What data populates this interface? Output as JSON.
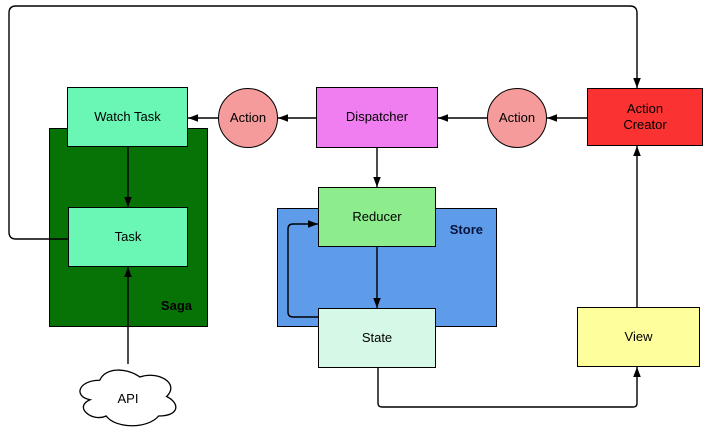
{
  "diagram": {
    "type": "flow-diagram",
    "subject": "Redux-Saga data flow",
    "nodes": {
      "watch_task": {
        "label": "Watch Task",
        "fill": "#6af7b5"
      },
      "task": {
        "label": "Task",
        "fill": "#6af7b5"
      },
      "saga": {
        "label": "Saga",
        "fill": "#077307"
      },
      "action_left": {
        "label": "Action",
        "fill": "#f59b9b"
      },
      "action_right": {
        "label": "Action",
        "fill": "#f59b9b"
      },
      "dispatcher": {
        "label": "Dispatcher",
        "fill": "#f07ef0"
      },
      "action_creator": {
        "label": "Action\nCreator",
        "fill": "#fb3232"
      },
      "store": {
        "label": "Store",
        "fill": "#5e9cea"
      },
      "reducer": {
        "label": "Reducer",
        "fill": "#8ded8d"
      },
      "state": {
        "label": "State",
        "fill": "#d5f8e7"
      },
      "view": {
        "label": "View",
        "fill": "#fefe9c"
      },
      "api": {
        "label": "API",
        "fill": "#ffffff"
      }
    },
    "edges": [
      {
        "from": "Task",
        "to": "Action Creator"
      },
      {
        "from": "Action Creator",
        "to": "Action (right)"
      },
      {
        "from": "Action (right)",
        "to": "Dispatcher"
      },
      {
        "from": "Dispatcher",
        "to": "Action (left)"
      },
      {
        "from": "Action (left)",
        "to": "Watch Task"
      },
      {
        "from": "Watch Task",
        "to": "Task"
      },
      {
        "from": "API",
        "to": "Task"
      },
      {
        "from": "Dispatcher",
        "to": "Reducer"
      },
      {
        "from": "Reducer",
        "to": "State"
      },
      {
        "from": "State",
        "to": "Reducer"
      },
      {
        "from": "State",
        "to": "View"
      },
      {
        "from": "View",
        "to": "Action Creator"
      }
    ],
    "colors": {
      "edge": "#000000",
      "node_border": "#000000",
      "store_label_text": "#08123d",
      "background": "#ffffff"
    }
  }
}
